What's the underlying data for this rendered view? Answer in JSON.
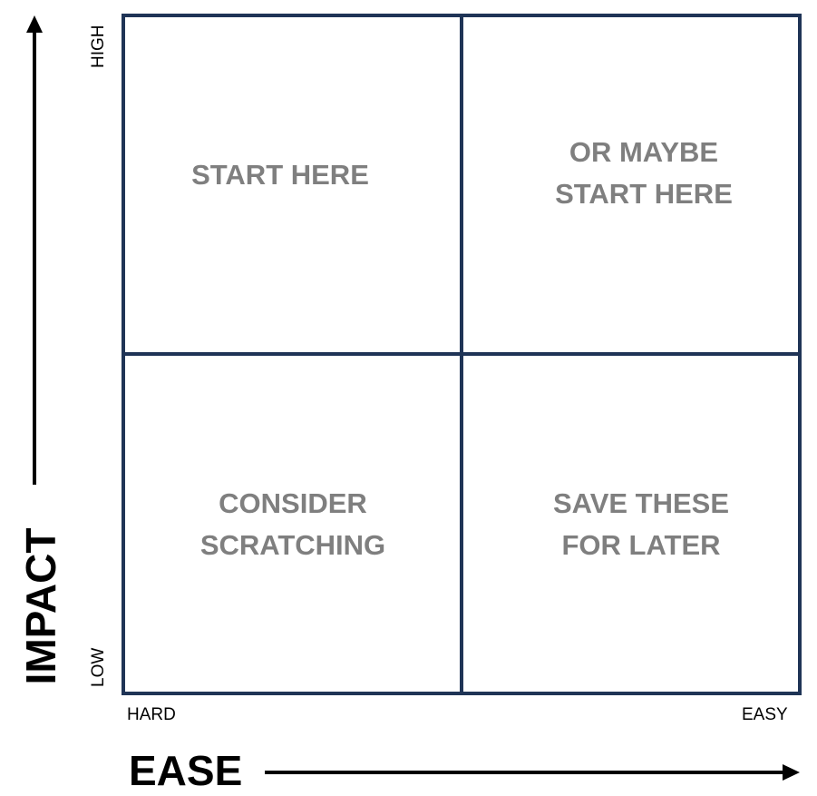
{
  "axes": {
    "y_title": "IMPACT",
    "x_title": "EASE",
    "y_high": "HIGH",
    "y_low": "LOW",
    "x_low": "HARD",
    "x_high": "EASY"
  },
  "quadrants": {
    "top_left": [
      "START HERE"
    ],
    "top_right": [
      "OR MAYBE",
      "START HERE"
    ],
    "bottom_left": [
      "CONSIDER",
      "SCRATCHING"
    ],
    "bottom_right": [
      "SAVE THESE",
      "FOR LATER"
    ]
  },
  "colors": {
    "grid": "#1f3456",
    "quadrant_text": "#7f7f7f",
    "axis": "#000000"
  }
}
